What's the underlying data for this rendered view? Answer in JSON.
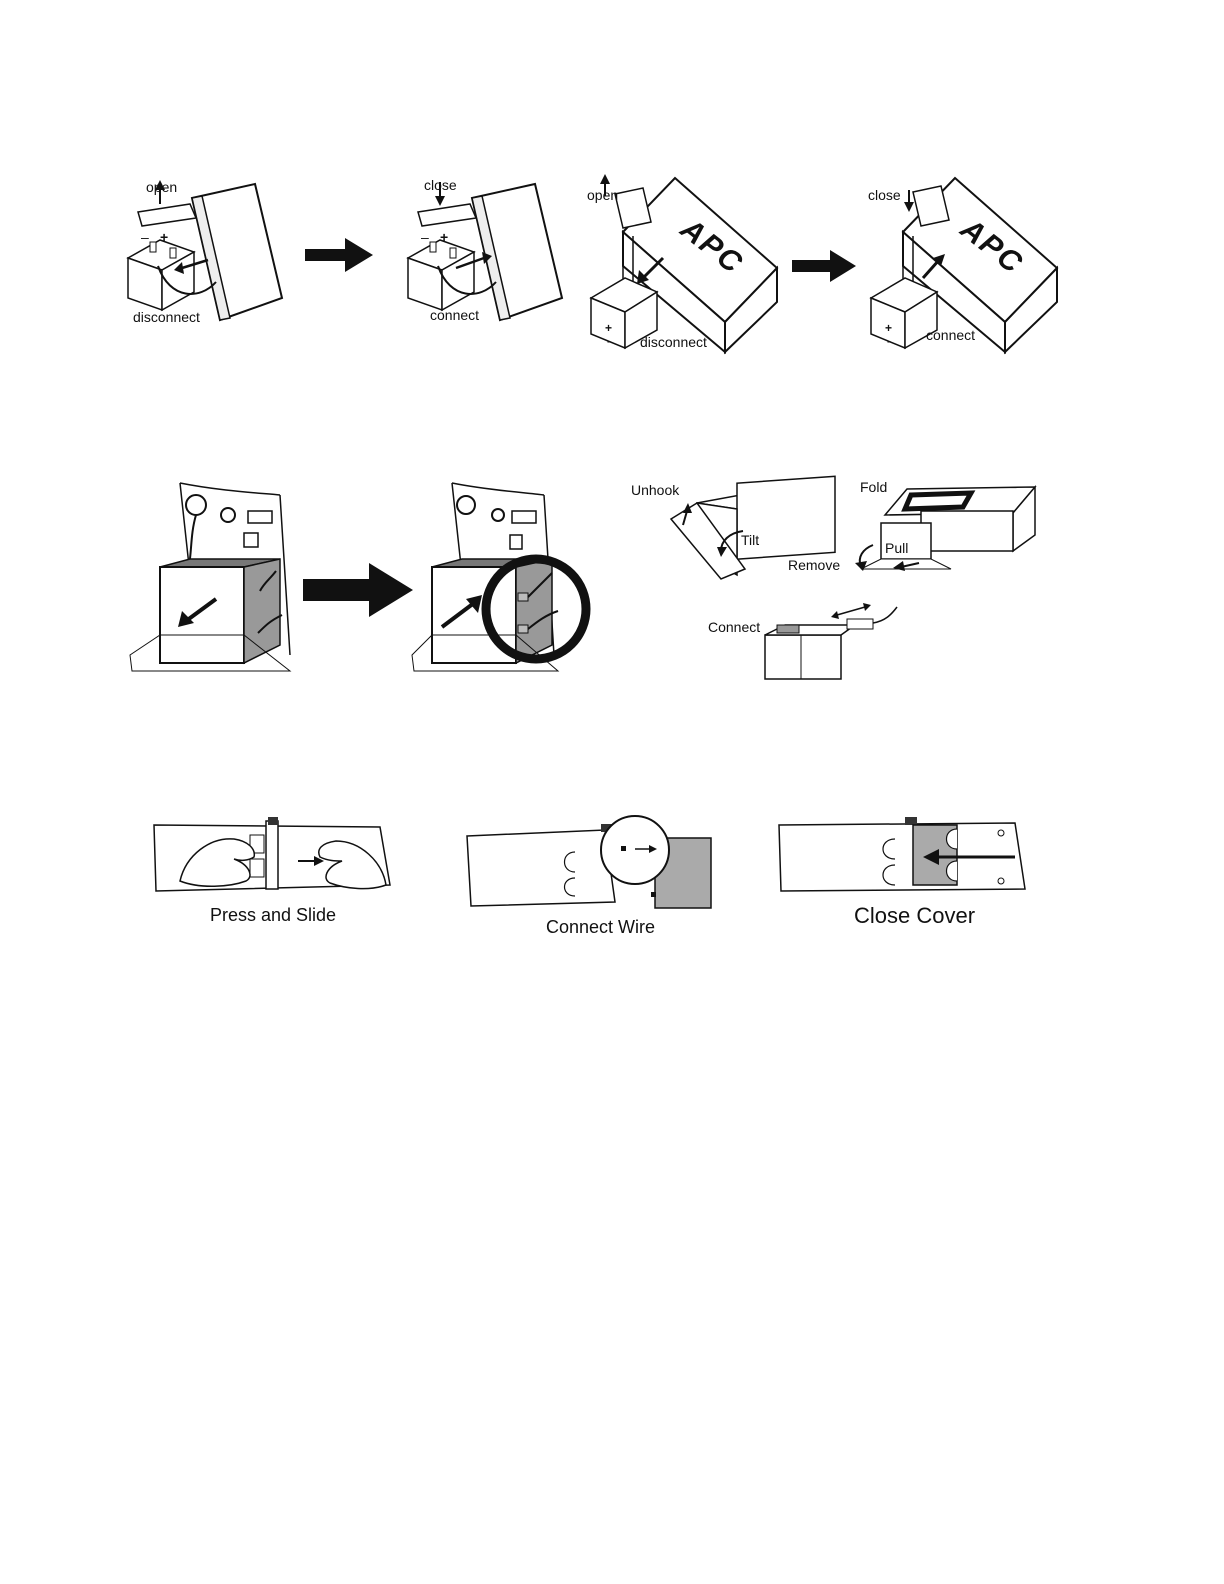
{
  "row1": {
    "panel_a": {
      "top_label": "open",
      "bottom_label": "disconnect",
      "terminals": [
        "–",
        "+"
      ]
    },
    "panel_b": {
      "top_label": "close",
      "bottom_label": "connect",
      "terminals": [
        "–",
        "+"
      ]
    },
    "panel_c": {
      "top_label": "open",
      "bottom_label": "disconnect",
      "brand": "APC",
      "terminals": [
        "+",
        "-"
      ]
    },
    "panel_d": {
      "top_label": "close",
      "bottom_label": "connect",
      "brand": "APC",
      "terminals": [
        "+",
        "-"
      ]
    }
  },
  "row2": {
    "steps": {
      "unhook": "Unhook",
      "tilt": "Tilt",
      "remove": "Remove",
      "fold": "Fold",
      "pull": "Pull",
      "connect": "Connect"
    }
  },
  "row3": {
    "captions": [
      "Press and Slide",
      "Connect Wire",
      "Close Cover"
    ]
  }
}
